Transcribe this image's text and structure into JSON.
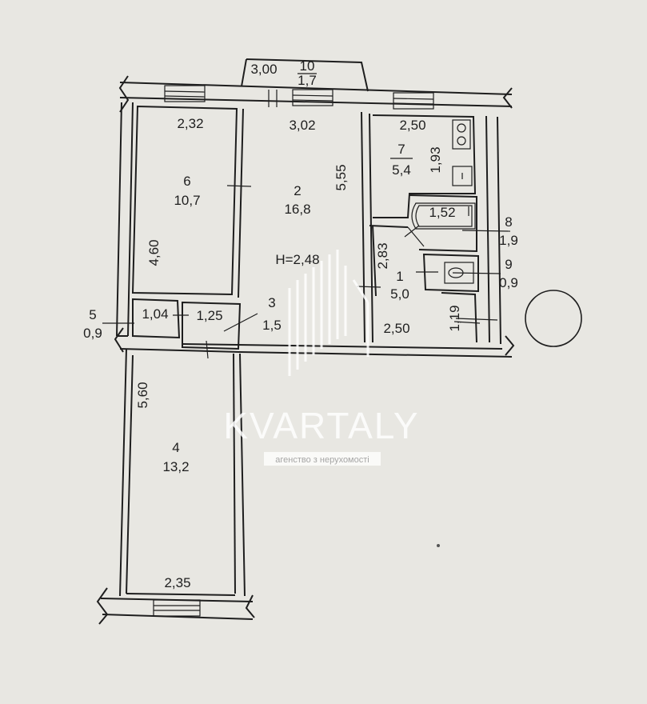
{
  "rooms": [
    {
      "num": "1",
      "area": "5,0"
    },
    {
      "num": "2",
      "area": "16,8"
    },
    {
      "num": "3",
      "area": "1,5"
    },
    {
      "num": "4",
      "area": "13,2"
    },
    {
      "num": "5",
      "area": "0,9"
    },
    {
      "num": "6",
      "area": "10,7"
    },
    {
      "num": "7",
      "area": "5,4"
    },
    {
      "num": "8",
      "area": "1,9"
    },
    {
      "num": "9",
      "area": "0,9"
    },
    {
      "num": "10",
      "area": "1,7"
    }
  ],
  "dimensions": {
    "balcony_width": "3,00",
    "room6_width": "2,32",
    "room2_width": "3,02",
    "room7_width": "2,50",
    "room7_depth": "1,93",
    "room2_depth": "5,55",
    "room6_depth": "4,60",
    "bath_length": "1,52",
    "hall_depth": "2,83",
    "closet_width": "1,04",
    "corridor_width": "1,25",
    "hall_width": "2,50",
    "wc_depth": "1,19",
    "room4_depth": "5,60",
    "room4_width": "2,35"
  },
  "ceiling_height": "H=2,48",
  "watermark": {
    "brand": "KVARTALY",
    "tagline": "агенство з нерухомості"
  }
}
